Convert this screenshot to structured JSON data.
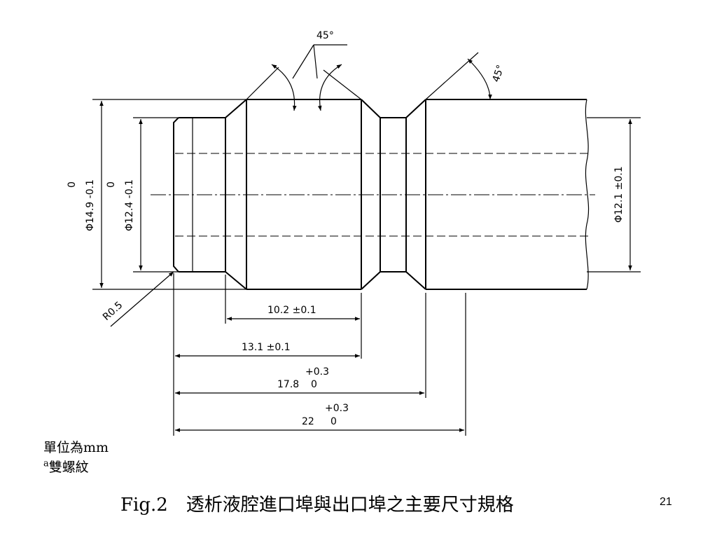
{
  "drawing": {
    "angle_top": "45°",
    "angle_right": "45°",
    "dia_outer": "Φ14.9 -0.1",
    "dia_outer_tol": "0",
    "dia_inner": "Φ12.4 -0.1",
    "dia_inner_tol": "0",
    "dia_right": "Φ12.1 ±0.1",
    "radius": "R0.5",
    "dim_102": "10.2 ±0.1",
    "dim_131": "13.1 ±0.1",
    "dim_178": "17.8",
    "dim_178_upper": "+0.3",
    "dim_178_lower": "0",
    "dim_22": "22",
    "dim_22_upper": "+0.3",
    "dim_22_lower": "0"
  },
  "notes": {
    "unit": "單位為mm",
    "thread_marker": "a",
    "thread": "雙螺紋"
  },
  "caption": "Fig.2　透析液腔進口埠與出口埠之主要尺寸規格",
  "page_number": "21"
}
